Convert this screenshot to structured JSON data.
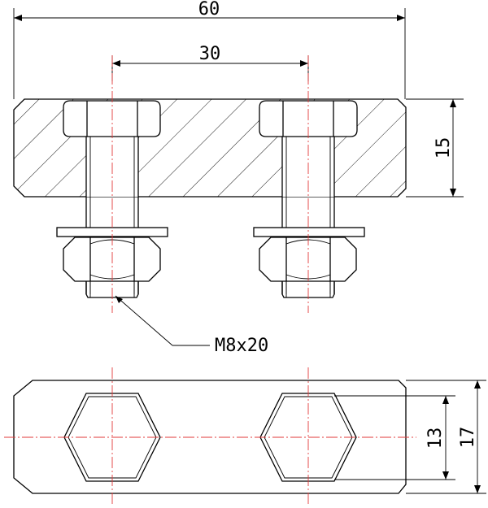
{
  "drawing": {
    "dimensions": {
      "overall_width": "60",
      "bolt_spacing": "30",
      "plate_thickness": "15",
      "hex_across_flats": "13",
      "plate_height": "17"
    },
    "callout": {
      "fastener": "M8x20"
    },
    "colors": {
      "outline": "#000000",
      "centerline": "#e23a3a"
    }
  }
}
